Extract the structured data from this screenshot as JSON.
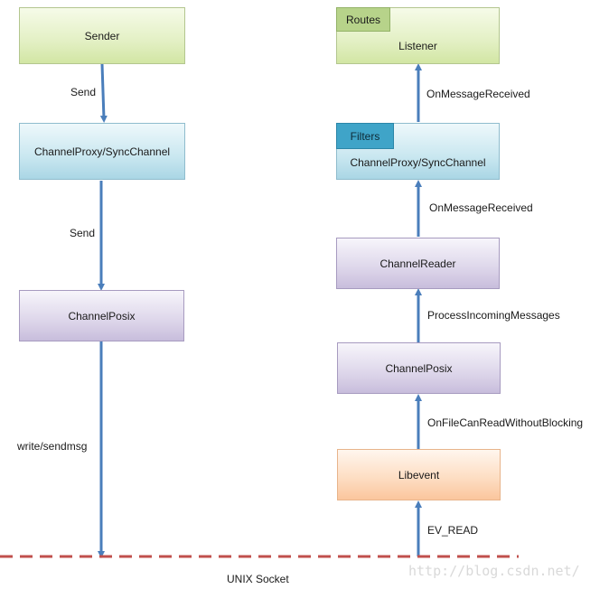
{
  "left": {
    "sender": "Sender",
    "send_1": "Send",
    "channel_proxy": "ChannelProxy/SyncChannel",
    "send_2": "Send",
    "channel_posix": "ChannelPosix",
    "write": "write/sendmsg"
  },
  "right": {
    "routes_tag": "Routes",
    "listener": "Listener",
    "on_message_received_1": "OnMessageReceived",
    "filters_tag": "Filters",
    "channel_proxy": "ChannelProxy/SyncChannel",
    "on_message_received_2": "OnMessageReceived",
    "channel_reader": "ChannelReader",
    "process_incoming": "ProcessIncomingMessages",
    "channel_posix": "ChannelPosix",
    "on_file_can_read": "OnFileCanReadWithoutBlocking",
    "libevent": "Libevent",
    "ev_read": "EV_READ"
  },
  "bottom": {
    "socket_label": "UNIX Socket",
    "watermark": "http://blog.csdn.net/"
  },
  "colors": {
    "arrow": "#4a7ebb",
    "dashed_line": "#c0504d",
    "green_box": "#e3f0c4",
    "cyan_box": "#c9e7f0",
    "purple_box": "#ddd6ea",
    "orange_box": "#fddcc0"
  }
}
